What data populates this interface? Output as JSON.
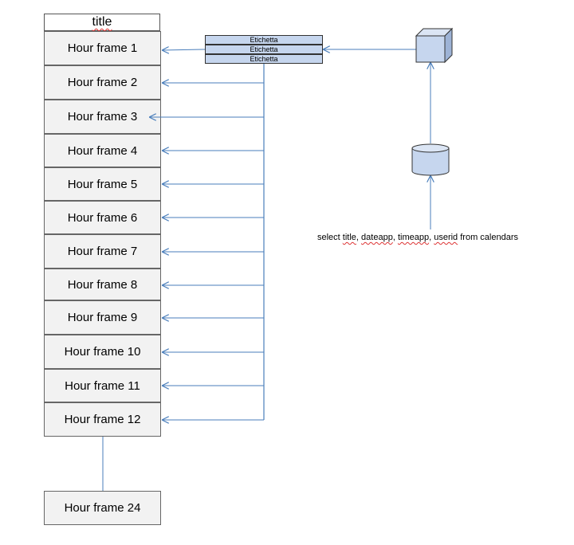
{
  "diagram": {
    "title": "title",
    "frames": [
      "Hour frame 1",
      "Hour frame 2",
      "Hour frame 3",
      "Hour frame 4",
      "Hour frame 5",
      "Hour frame 6",
      "Hour frame 7",
      "Hour frame 8",
      "Hour frame 9",
      "Hour frame 10",
      "Hour frame 11",
      "Hour frame 12"
    ],
    "last_frame": "Hour frame 24",
    "labels": [
      "Etichetta",
      "Etichetta",
      "Etichetta"
    ],
    "query": {
      "prefix": "select ",
      "title_word": "title",
      "sep1": ", ",
      "dateapp": "dateapp",
      "sep2": ", ",
      "timeapp": "timeapp",
      "sep3": ", ",
      "userid": "userid",
      "suffix": " from calendars"
    }
  },
  "colors": {
    "arrow": "#4a7ebb",
    "frame_fill": "#f2f2f2",
    "label_fill": "#c6d6ee",
    "shape_fill": "#c6d6ee"
  },
  "icons": [
    "cube-icon",
    "database-cylinder-icon"
  ]
}
